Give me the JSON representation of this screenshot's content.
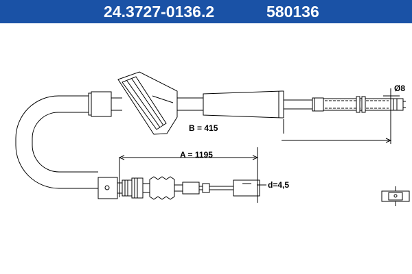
{
  "header": {
    "part_number": "24.3727-0136.2",
    "ref_number": "580136",
    "background": "#1a52a6",
    "text_color": "#ffffff"
  },
  "dimensions": {
    "a_label": "A = 1195",
    "b_label": "B = 415",
    "diameter_label": "Ø8",
    "d_label": "d=4,5"
  }
}
